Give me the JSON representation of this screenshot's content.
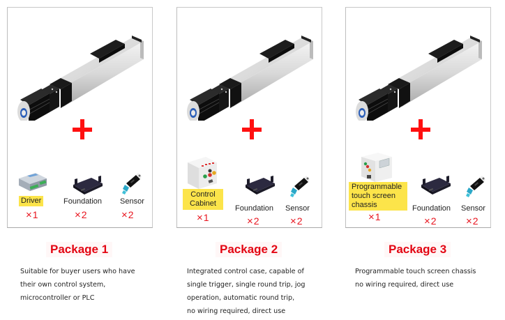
{
  "packages": [
    {
      "title": "Package 1",
      "description_lines": [
        "Suitable for buyer users who have",
        "their own control system,",
        "microcontroller or PLC"
      ],
      "items": [
        {
          "label": "Driver",
          "quantity": "1",
          "highlighted": true,
          "icon": "driver-icon"
        },
        {
          "label": "Foundation",
          "quantity": "2",
          "highlighted": false,
          "icon": "foundation-icon"
        },
        {
          "label": "Sensor",
          "quantity": "2",
          "highlighted": false,
          "icon": "sensor-icon"
        }
      ]
    },
    {
      "title": "Package 2",
      "description_lines": [
        "Integrated control case, capable of",
        "single trigger, single round trip, jog",
        "operation, automatic round trip,",
        "no wiring required, direct use"
      ],
      "items": [
        {
          "label_lines": [
            "Control",
            "Cabinet"
          ],
          "quantity": "1",
          "highlighted": true,
          "icon": "control-cabinet-icon"
        },
        {
          "label": "Foundation",
          "quantity": "2",
          "highlighted": false,
          "icon": "foundation-icon"
        },
        {
          "label": "Sensor",
          "quantity": "2",
          "highlighted": false,
          "icon": "sensor-icon"
        }
      ]
    },
    {
      "title": "Package 3",
      "description_lines": [
        "Programmable touch screen chassis",
        "no wiring required, direct use"
      ],
      "items": [
        {
          "label_lines": [
            "Programmable",
            "touch screen",
            "chassis"
          ],
          "quantity": "1",
          "highlighted": true,
          "icon": "touch-screen-chassis-icon"
        },
        {
          "label": "Foundation",
          "quantity": "2",
          "highlighted": false,
          "icon": "foundation-icon"
        },
        {
          "label": "Sensor",
          "quantity": "2",
          "highlighted": false,
          "icon": "sensor-icon"
        }
      ]
    }
  ],
  "symbols": {
    "plus": "+",
    "times": "×"
  },
  "colors": {
    "accent_red": "#e30613",
    "highlight_yellow": "#fce44a",
    "border": "#c8c8c8"
  }
}
